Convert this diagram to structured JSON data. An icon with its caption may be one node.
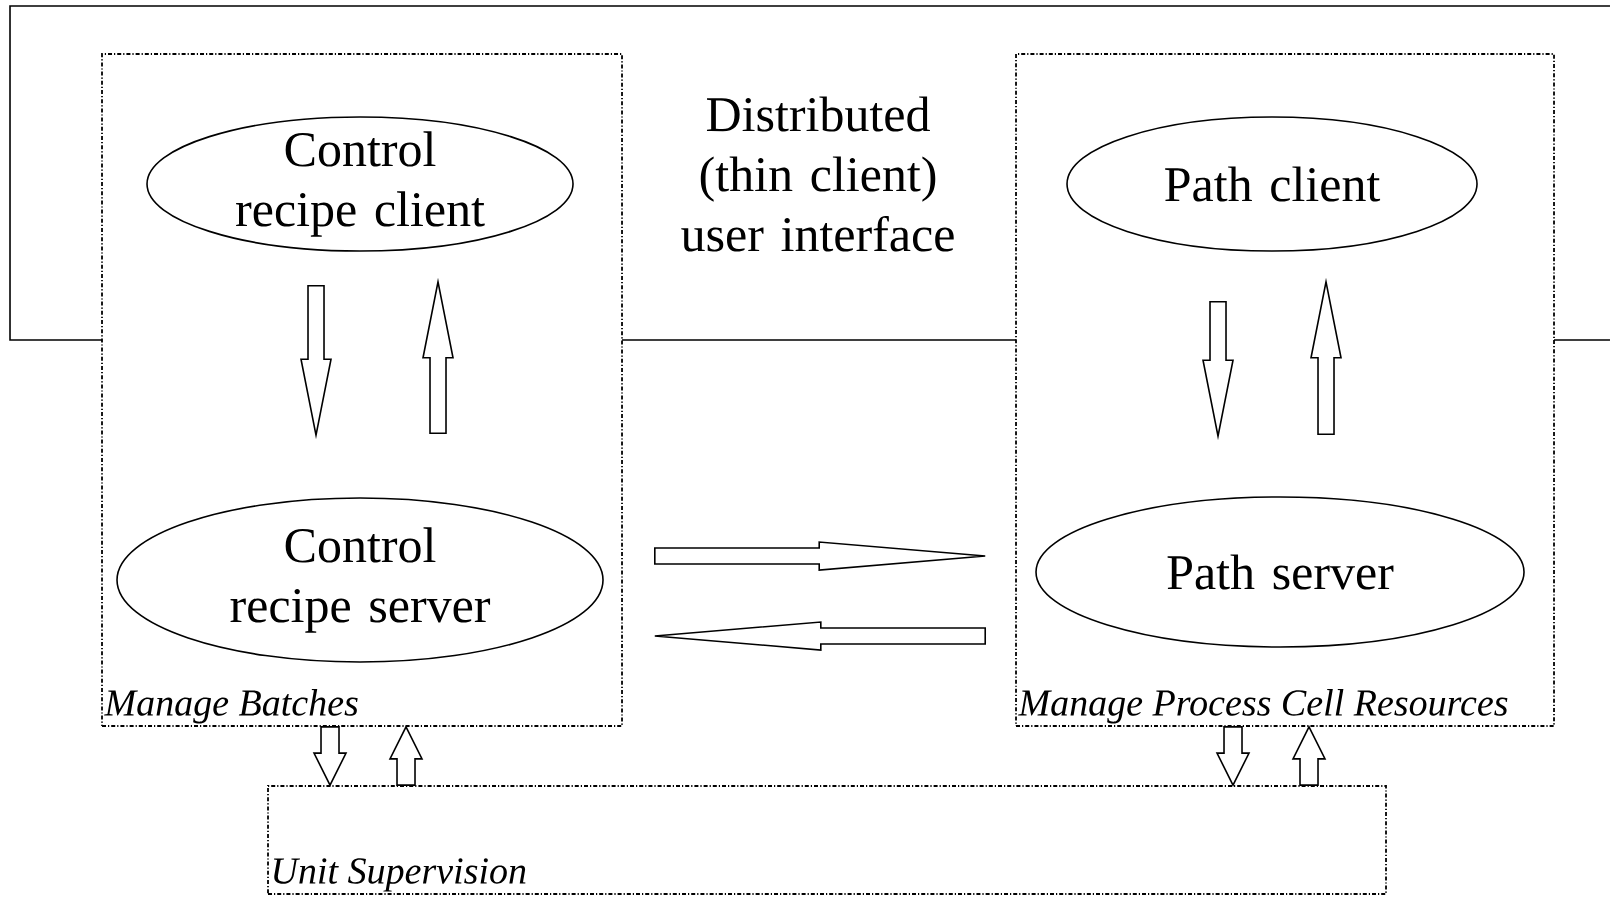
{
  "diagram": {
    "nodes": [
      {
        "text": [
          "Distributed (thin client) user interface"
        ]
      },
      {
        "text": [
          "Manage Batches"
        ]
      },
      {
        "text": [
          "Control recipe client"
        ]
      },
      {
        "text": [
          "Control recipe server"
        ],
        "in": 1
      },
      {
        "text": [
          "Manage Process Cell Resources"
        ]
      },
      {
        "text": [
          "Path client"
        ]
      },
      {
        "text": [
          "Path server"
        ],
        "in": 4
      },
      {
        "text": [
          "Unit Supervision"
        ]
      }
    ],
    "edges": [
      {
        "from": 2,
        "to": 3,
        "arrow": "to"
      },
      {
        "from": 3,
        "to": 2,
        "arrow": "to"
      },
      {
        "from": 5,
        "to": 6,
        "arrow": "to"
      },
      {
        "from": 6,
        "to": 5,
        "arrow": "to"
      },
      {
        "from": 3,
        "to": 6,
        "arrow": "to"
      },
      {
        "from": 6,
        "to": 3,
        "arrow": "to"
      },
      {
        "from": 1,
        "to": 7,
        "arrow": "to"
      },
      {
        "from": 7,
        "to": 1,
        "arrow": "to"
      },
      {
        "from": 4,
        "to": 7,
        "arrow": "to"
      },
      {
        "from": 7,
        "to": 4,
        "arrow": "to"
      }
    ]
  }
}
